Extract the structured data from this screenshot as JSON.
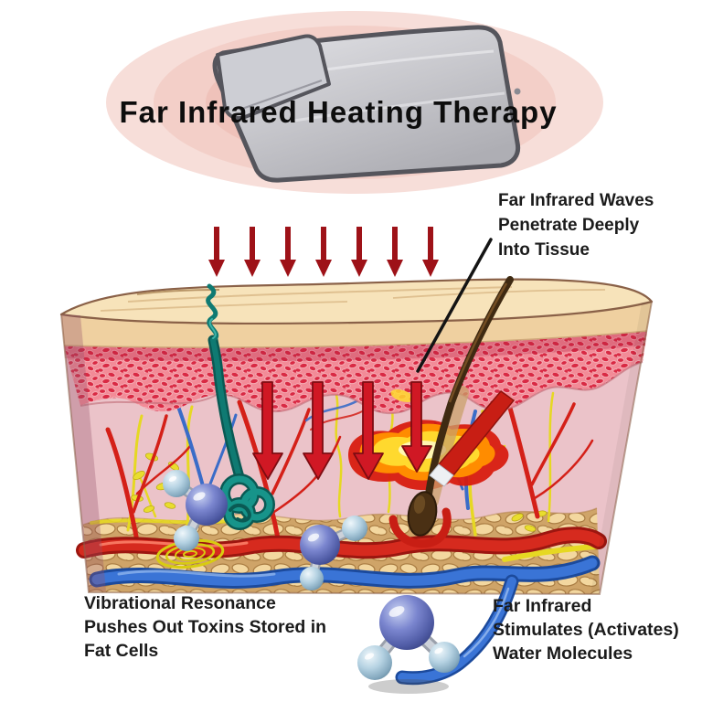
{
  "title": "Far Infrared Heating Therapy",
  "annotations": {
    "waves_line1": "Far Infrared Waves",
    "waves_line2": "Penetrate Deeply",
    "waves_line3": "Into Tissue",
    "toxins_line1": "Vibrational Resonance",
    "toxins_line2": "Pushes Out Toxins Stored in",
    "toxins_line3": "Fat Cells",
    "water_line1": "Far Infrared",
    "water_line2": "Stimulates (Activates)",
    "water_line3": "Water Molecules"
  },
  "palette": {
    "text_black": "#141414",
    "arrow_red": "#9e1218",
    "deep_arrow_red": "#d01824",
    "pad_trim": "#55555c",
    "glow_pink": "#f3cfc8",
    "dermis_pink": "#ebc3c9",
    "dotted_layer_pink": "#f28b97",
    "cell_red": "#d92a44",
    "epidermis_tan": "#efd0a0",
    "fat_tan": "#f3d79f",
    "vessel_red": "#d62a1e",
    "vessel_blue": "#3a74d6",
    "nerve_yellow": "#e6d822",
    "sweat_gland_teal": "#0f7a72",
    "hair_brown": "#3f2a12",
    "heat_glow_orange": "#ff8c00",
    "oxygen_blue": "#6872c2",
    "hydrogen_blue": "#a9c6da"
  }
}
